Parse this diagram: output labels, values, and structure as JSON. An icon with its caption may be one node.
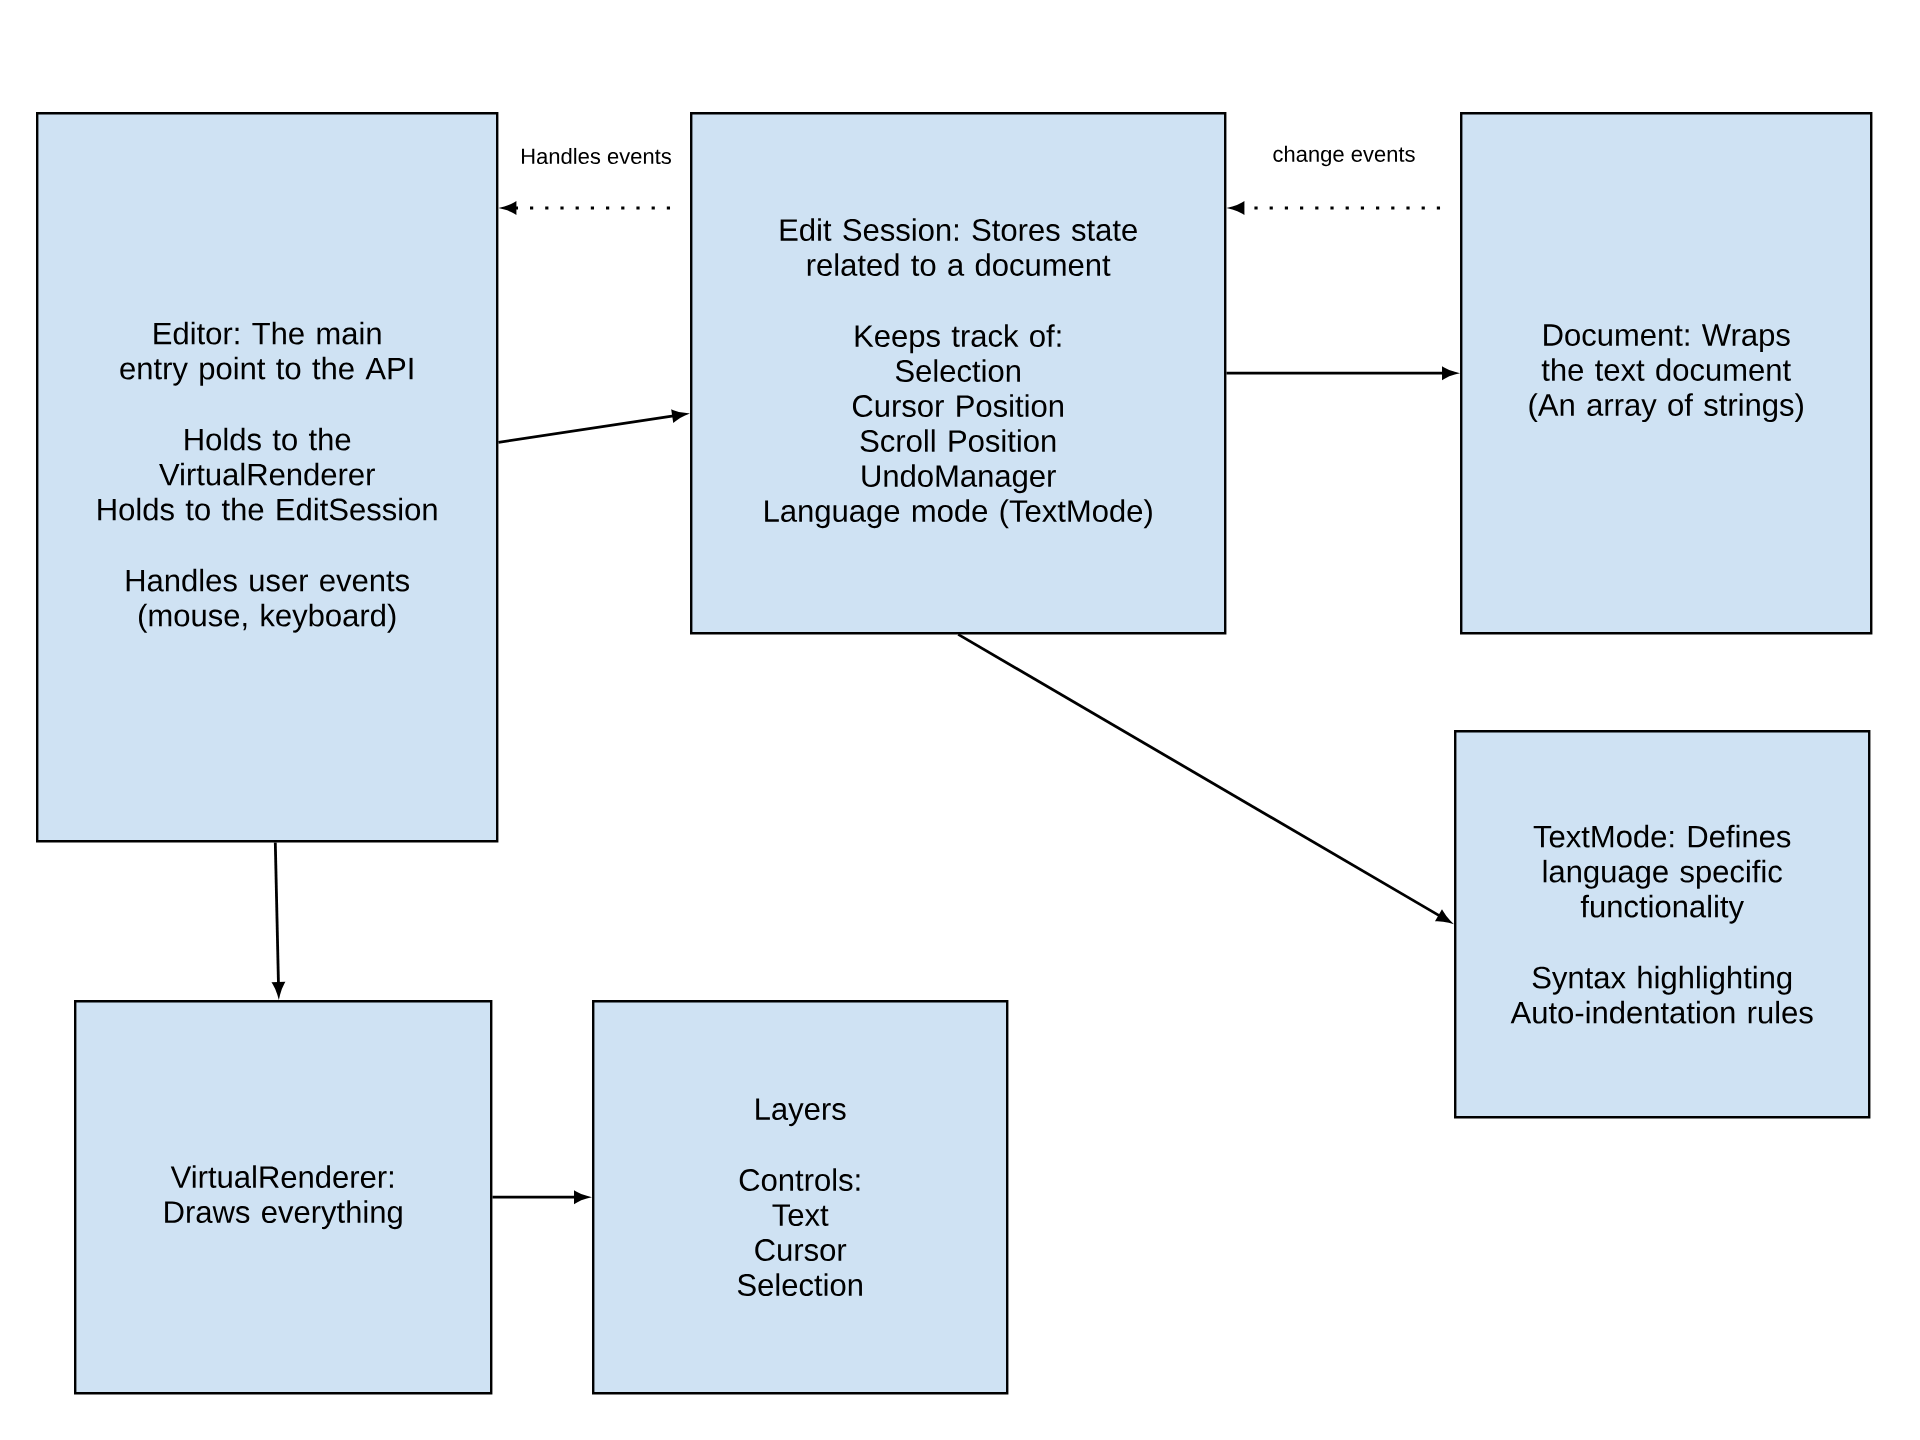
{
  "diagram": {
    "nodes": [
      {
        "text": [
          "Editor: The main entry point to the API",
          "Holds to the VirtualRenderer",
          "Holds to the EditSession",
          "Handles user events (mouse, keyboard)"
        ]
      },
      {
        "text": [
          "Edit Session: Stores state related to a document",
          "Keeps track of:",
          "Selection",
          "Cursor Position",
          "Scroll Position",
          "UndoManager",
          "Language mode (TextMode)"
        ]
      },
      {
        "text": [
          "Document: Wraps the text document",
          "(An array of strings)"
        ]
      },
      {
        "text": [
          "TextMode: Defines language specific functionality",
          "Syntax highlighting",
          "Auto-indentation rules"
        ]
      },
      {
        "text": [
          "VirtualRenderer: Draws everything"
        ]
      },
      {
        "text": [
          "Layers",
          "Controls:",
          "Text",
          "Cursor",
          "Selection"
        ]
      }
    ],
    "edges": [
      {
        "from": 1,
        "to": 0,
        "arrow": "to",
        "style": "dashed",
        "label": "Handles events"
      },
      {
        "from": 2,
        "to": 1,
        "arrow": "to",
        "style": "dashed",
        "label": "change events"
      },
      {
        "from": 0,
        "to": 1,
        "arrow": "to"
      },
      {
        "from": 1,
        "to": 2,
        "arrow": "to"
      },
      {
        "from": 1,
        "to": 3,
        "arrow": "to"
      },
      {
        "from": 0,
        "to": 4,
        "arrow": "to"
      },
      {
        "from": 4,
        "to": 5,
        "arrow": "to"
      }
    ]
  }
}
